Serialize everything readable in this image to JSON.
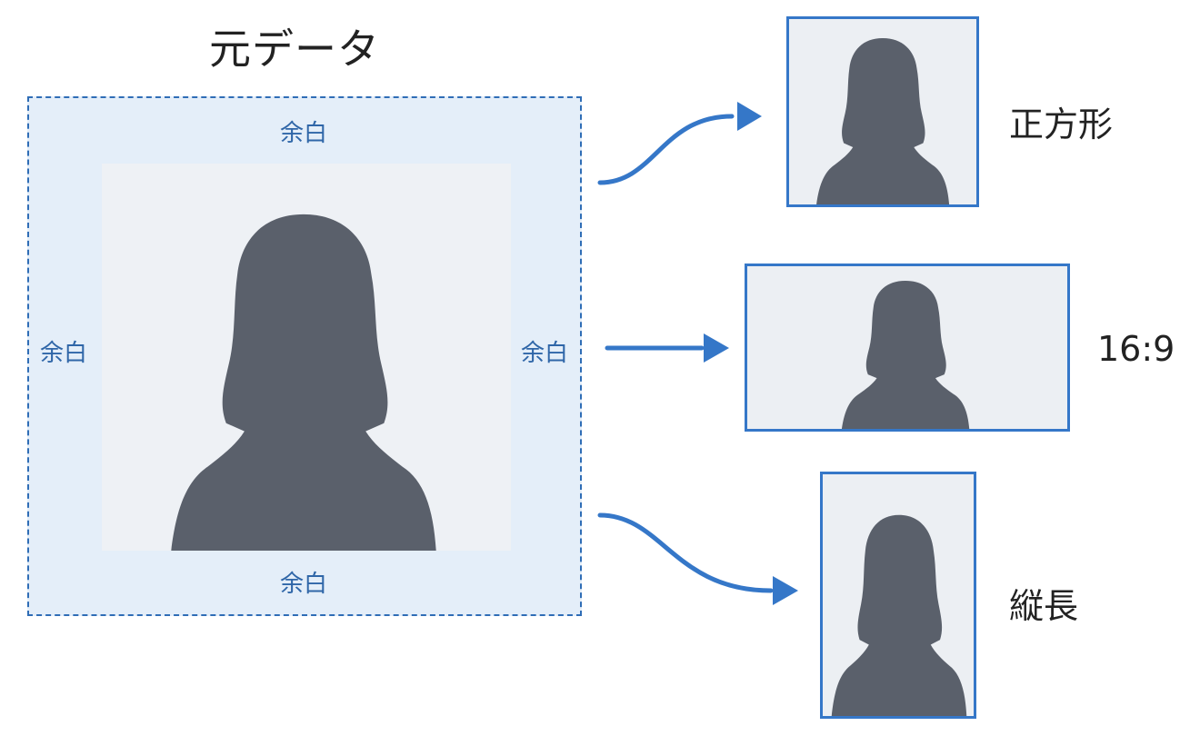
{
  "title": "元データ",
  "source": {
    "margin_labels": {
      "top": "余白",
      "bottom": "余白",
      "left": "余白",
      "right": "余白"
    }
  },
  "crops": [
    {
      "label": "正方形"
    },
    {
      "label": "16:9"
    },
    {
      "label": "縦長"
    }
  ],
  "colors": {
    "accent": "#3577c8",
    "margin_fill": "#e4eef9",
    "silhouette": "#5a606b",
    "photo_background": "#eef1f5"
  }
}
